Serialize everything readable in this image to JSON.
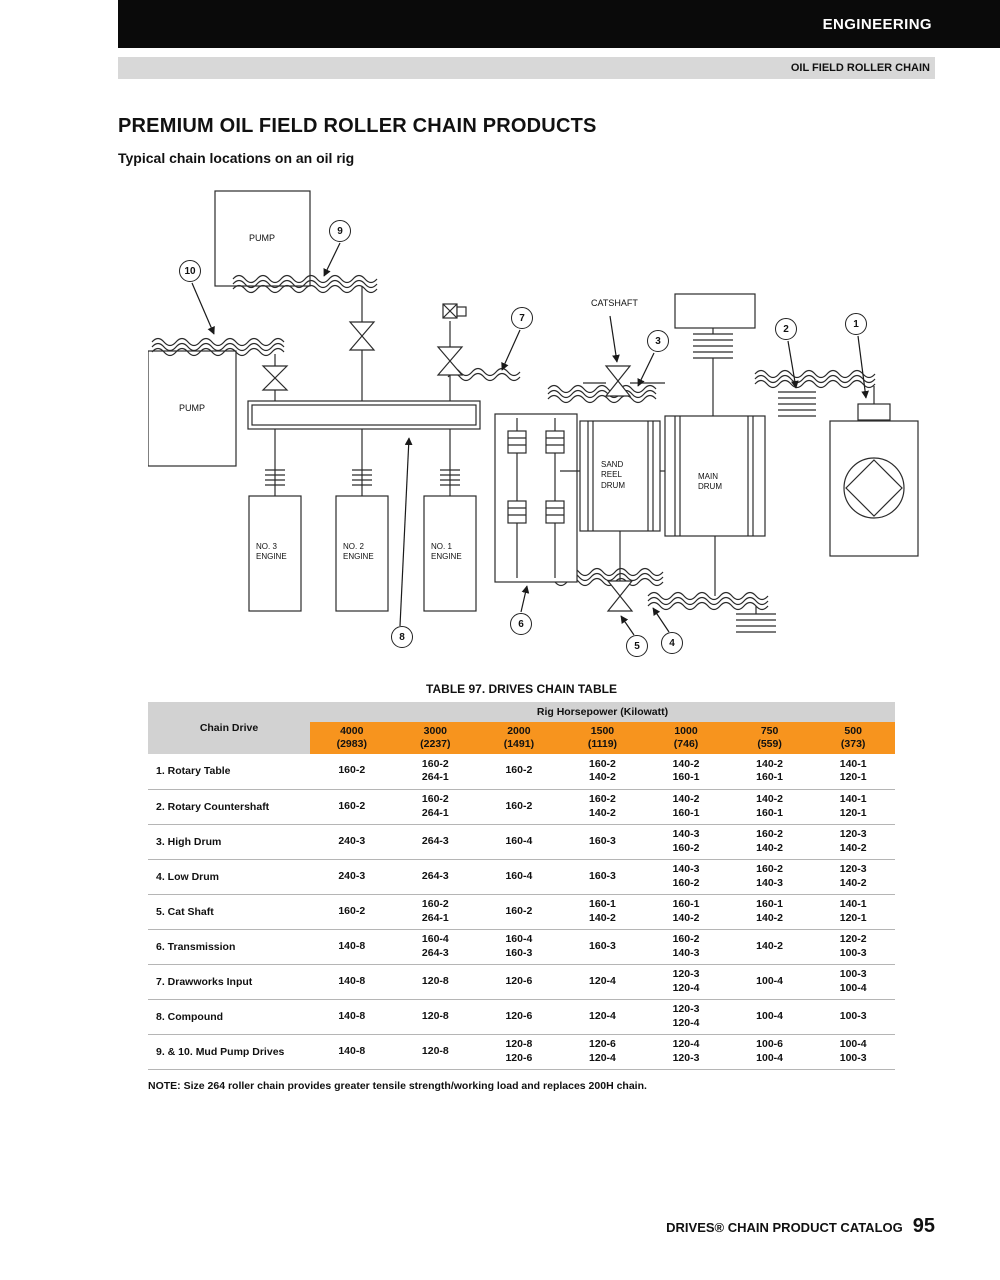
{
  "header": {
    "title": "ENGINEERING",
    "subtitle": "OIL FIELD ROLLER CHAIN"
  },
  "page": {
    "title": "PREMIUM OIL FIELD ROLLER CHAIN PRODUCTS",
    "subtitle": "Typical chain locations on an oil rig"
  },
  "diagram": {
    "labels": {
      "pump_top": "PUMP",
      "pump_left": "PUMP",
      "catshaft": "CATSHAFT",
      "sand_reel_drum": "SAND\nREEL\nDRUM",
      "main_drum": "MAIN\nDRUM",
      "engine_3": "NO. 3\nENGINE",
      "engine_2": "NO. 2\nENGINE",
      "engine_1": "NO. 1\nENGINE"
    },
    "callouts": {
      "c1": "1",
      "c2": "2",
      "c3": "3",
      "c4": "4",
      "c5": "5",
      "c6": "6",
      "c7": "7",
      "c8": "8",
      "c9": "9",
      "c10": "10"
    }
  },
  "table": {
    "title": "TABLE 97. DRIVES CHAIN TABLE",
    "corner_label": "Chain Drive",
    "group_header": "Rig Horsepower (Kilowatt)",
    "columns": [
      "4000\n(2983)",
      "3000\n(2237)",
      "2000\n(1491)",
      "1500\n(1119)",
      "1000\n(746)",
      "750\n(559)",
      "500\n(373)"
    ],
    "rows": [
      {
        "label": "1. Rotary Table",
        "values": [
          "160-2",
          "160-2\n264-1",
          "160-2",
          "160-2\n140-2",
          "140-2\n160-1",
          "140-2\n160-1",
          "140-1\n120-1"
        ]
      },
      {
        "label": "2. Rotary Countershaft",
        "values": [
          "160-2",
          "160-2\n264-1",
          "160-2",
          "160-2\n140-2",
          "140-2\n160-1",
          "140-2\n160-1",
          "140-1\n120-1"
        ]
      },
      {
        "label": "3. High Drum",
        "values": [
          "240-3",
          "264-3",
          "160-4",
          "160-3",
          "140-3\n160-2",
          "160-2\n140-2",
          "120-3\n140-2"
        ]
      },
      {
        "label": "4. Low Drum",
        "values": [
          "240-3",
          "264-3",
          "160-4",
          "160-3",
          "140-3\n160-2",
          "160-2\n140-3",
          "120-3\n140-2"
        ]
      },
      {
        "label": "5. Cat Shaft",
        "values": [
          "160-2",
          "160-2\n264-1",
          "160-2",
          "160-1\n140-2",
          "160-1\n140-2",
          "160-1\n140-2",
          "140-1\n120-1"
        ]
      },
      {
        "label": "6. Transmission",
        "values": [
          "140-8",
          "160-4\n264-3",
          "160-4\n160-3",
          "160-3",
          "160-2\n140-3",
          "140-2",
          "120-2\n100-3"
        ]
      },
      {
        "label": "7. Drawworks Input",
        "values": [
          "140-8",
          "120-8",
          "120-6",
          "120-4",
          "120-3\n120-4",
          "100-4",
          "100-3\n100-4"
        ]
      },
      {
        "label": "8. Compound",
        "values": [
          "140-8",
          "120-8",
          "120-6",
          "120-4",
          "120-3\n120-4",
          "100-4",
          "100-3"
        ]
      },
      {
        "label": "9. & 10. Mud Pump Drives",
        "values": [
          "140-8",
          "120-8",
          "120-8\n120-6",
          "120-6\n120-4",
          "120-4\n120-3",
          "100-6\n100-4",
          "100-4\n100-3"
        ]
      }
    ],
    "note": "NOTE: Size 264 roller chain provides greater tensile strength/working load and replaces 200H chain."
  },
  "footer": {
    "text": "DRIVES® CHAIN PRODUCT CATALOG",
    "page_number": "95"
  },
  "colors": {
    "accent_orange": "#f7941e",
    "header_black": "#0a0a0a",
    "bar_gray": "#d8d8d8",
    "table_gray": "#d2d2d2"
  }
}
